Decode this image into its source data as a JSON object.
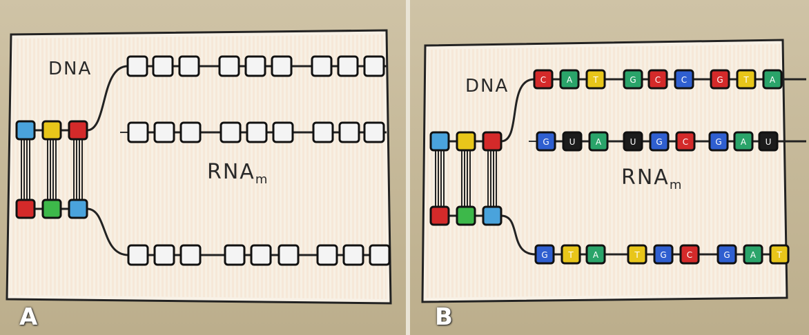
{
  "panels": [
    {
      "letter": "A",
      "dna_label": "DNA",
      "rna_label": "RNA",
      "rna_sub": "m",
      "left_column_colors": [
        "#4aa3dc",
        "#e8c61a",
        "#d42a2a"
      ],
      "right_column_colors": [
        "#d42a2a",
        "#3db84a",
        "#4aa3dc"
      ],
      "strand_top": [
        "",
        "",
        "",
        "",
        "",
        "",
        "",
        "",
        ""
      ],
      "strand_mid": [
        "",
        "",
        "",
        "",
        "",
        "",
        "",
        "",
        ""
      ],
      "strand_bottom": [
        "",
        "",
        "",
        "",
        "",
        "",
        "",
        "",
        ""
      ],
      "strand_top_colors": [
        "#f4f4f4",
        "#f4f4f4",
        "#f4f4f4",
        "#f4f4f4",
        "#f4f4f4",
        "#f4f4f4",
        "#f4f4f4",
        "#f4f4f4",
        "#f4f4f4"
      ],
      "strand_mid_colors": [
        "#f4f4f4",
        "#f4f4f4",
        "#f4f4f4",
        "#f4f4f4",
        "#f4f4f4",
        "#f4f4f4",
        "#f4f4f4",
        "#f4f4f4",
        "#f4f4f4"
      ],
      "strand_bottom_colors": [
        "#f4f4f4",
        "#f4f4f4",
        "#f4f4f4",
        "#f4f4f4",
        "#f4f4f4",
        "#f4f4f4",
        "#f4f4f4",
        "#f4f4f4",
        "#f4f4f4"
      ]
    },
    {
      "letter": "B",
      "dna_label": "DNA",
      "rna_label": "RNA",
      "rna_sub": "m",
      "left_column_colors": [
        "#4aa3dc",
        "#e8c61a",
        "#d42a2a"
      ],
      "right_column_colors": [
        "#d42a2a",
        "#3db84a",
        "#4aa3dc"
      ],
      "strand_top": [
        "C",
        "A",
        "T",
        "G",
        "C",
        "C",
        "G",
        "T",
        "A"
      ],
      "strand_mid": [
        "G",
        "U",
        "A",
        "U",
        "G",
        "C",
        "G",
        "A",
        "U"
      ],
      "strand_bottom": [
        "G",
        "T",
        "A",
        "T",
        "G",
        "C",
        "G",
        "A",
        "T"
      ],
      "strand_top_colors": [
        "#d42a2a",
        "#2aa46a",
        "#e8c61a",
        "#2aa46a",
        "#d42a2a",
        "#2f5fd0",
        "#d42a2a",
        "#e8c61a",
        "#2aa46a"
      ],
      "strand_mid_colors": [
        "#2f5fd0",
        "#1c1c1c",
        "#2aa46a",
        "#1c1c1c",
        "#2f5fd0",
        "#d42a2a",
        "#2f5fd0",
        "#2aa46a",
        "#1c1c1c"
      ],
      "strand_bottom_colors": [
        "#2f5fd0",
        "#e8c61a",
        "#2aa46a",
        "#e8c61a",
        "#2f5fd0",
        "#d42a2a",
        "#2f5fd0",
        "#2aa46a",
        "#e8c61a"
      ]
    }
  ]
}
